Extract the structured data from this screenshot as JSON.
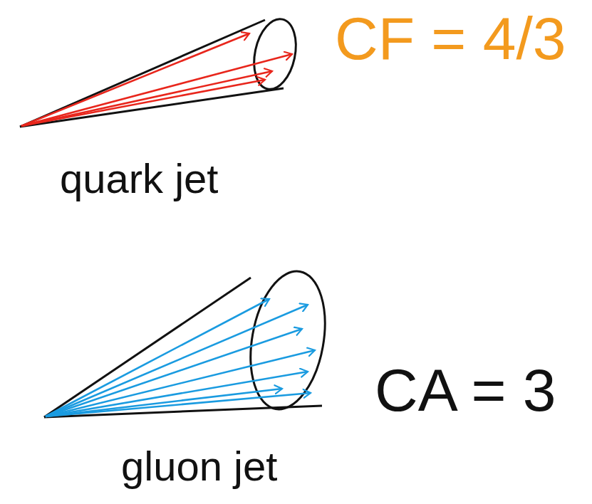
{
  "diagram": {
    "labels": [
      "CF = 4/3",
      "quark jet",
      "CA = 3",
      "gluon jet"
    ]
  }
}
